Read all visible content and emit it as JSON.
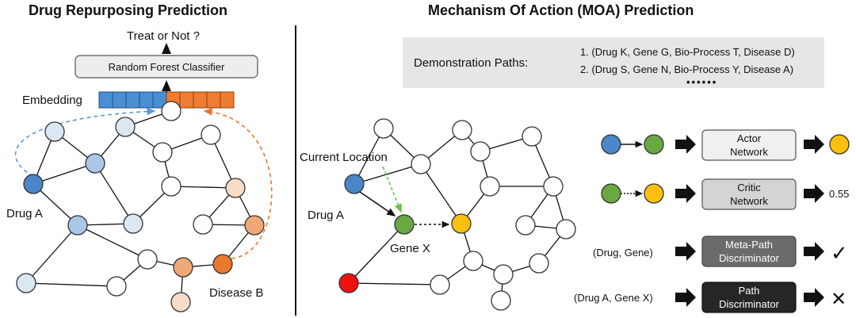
{
  "drug_repurposing": {
    "title": "Drug Repurposing Prediction",
    "question": "Treat or Not ?",
    "classifier": "Random Forest Classifier",
    "embedding_label": "Embedding",
    "drug_label": "Drug A",
    "disease_label": "Disease B"
  },
  "moa": {
    "title": "Mechanism Of Action (MOA) Prediction",
    "demo_label": "Demonstration Paths:",
    "demo_paths": [
      "1. (Drug K, Gene G, Bio-Process T, Disease D)",
      "2. (Drug S, Gene N, Bio-Process Y, Disease A)"
    ],
    "demo_ellipsis": "••••••",
    "current_location": "Current Location",
    "drug_label": "Drug A",
    "gene_label": "Gene X",
    "actor": [
      "Actor",
      "Network"
    ],
    "critic": [
      "Critic",
      "Network"
    ],
    "critic_value": "0.55",
    "meta_input": "(Drug, Gene)",
    "meta_box": [
      "Meta-Path",
      "Discriminator"
    ],
    "meta_output": "✓",
    "path_input": "(Drug A, Gene X)",
    "path_box": [
      "Path",
      "Discriminator"
    ],
    "path_output": "✕"
  },
  "colors": {
    "blue_dark": "#4a86c8",
    "blue_light": "#a9c8e8",
    "blue_pale": "#dbe7f3",
    "orange": "#e9772f",
    "orange_mid": "#f0a878",
    "orange_pale": "#f7dcc7",
    "green": "#6aa842",
    "yellow": "#fdc010",
    "red": "#ee1111"
  }
}
